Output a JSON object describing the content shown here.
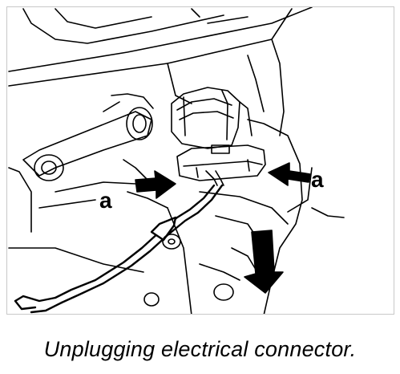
{
  "figure": {
    "caption": "Unplugging electrical connector.",
    "callout_left": "a",
    "callout_right": "a"
  },
  "colors": {
    "line": "#000000",
    "background": "#ffffff",
    "frame": "#c8c8c8"
  },
  "icons": {
    "push_arrow": "arrow-right-filled",
    "pull_arrow": "arrow-down-filled"
  }
}
